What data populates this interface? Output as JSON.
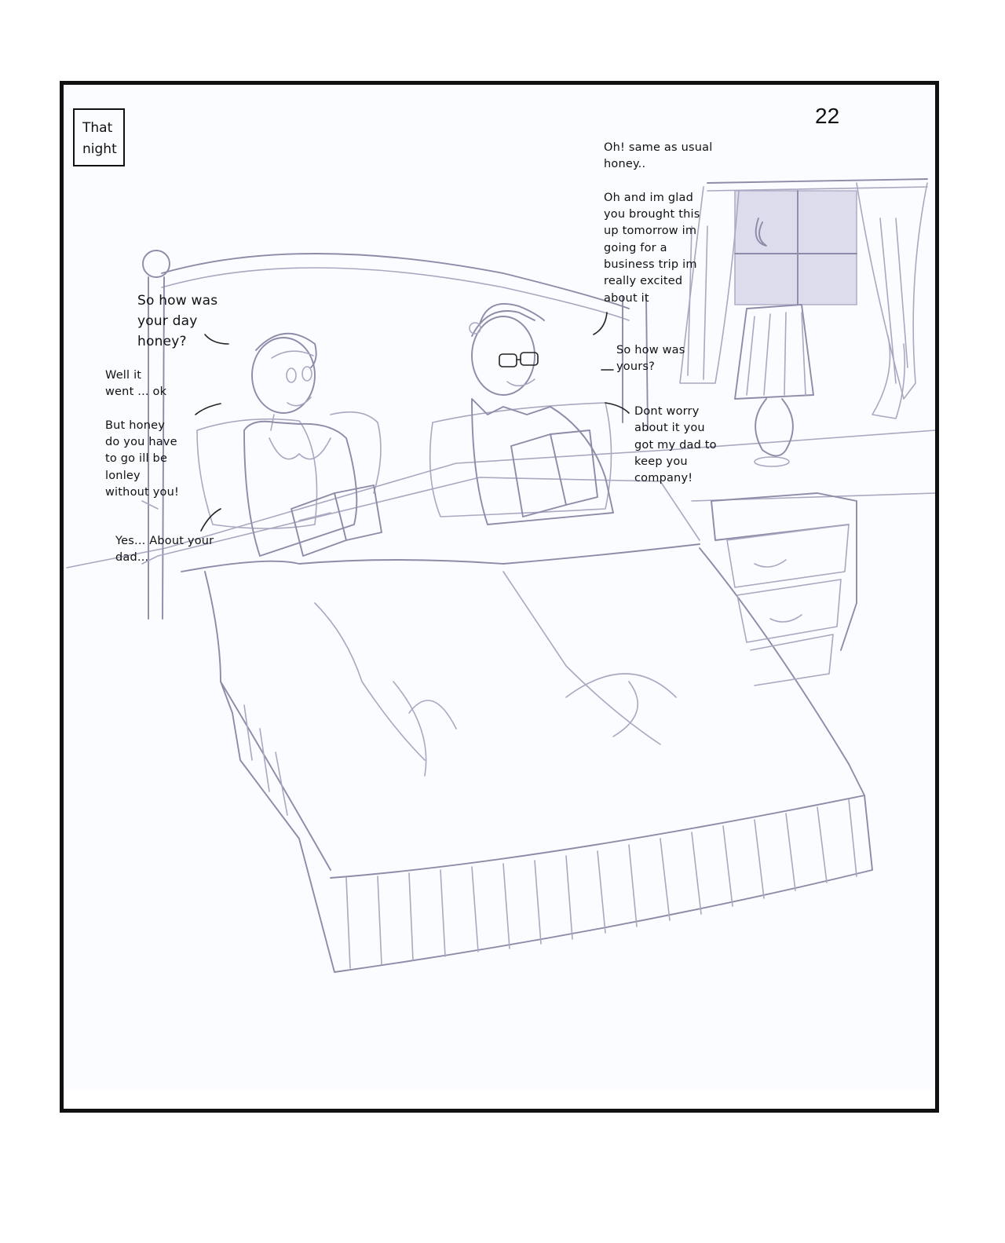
{
  "page": {
    "number": "22",
    "caption": "That\nnight"
  },
  "dialogue": [
    {
      "speaker": "wife",
      "text": "So how was\nyour day\nhoney?"
    },
    {
      "speaker": "husband",
      "text": "Oh! same as usual\nhoney..\n\nOh and im glad\nyou brought this\nup tomorrow im\ngoing for a\nbusiness trip im\nreally excited\nabout it"
    },
    {
      "speaker": "husband",
      "text": "So how was\nyours?"
    },
    {
      "speaker": "wife",
      "text": "Well it\nwent ... ok\n\nBut honey\ndo you have\nto go ill be\nlonley\nwithout you!"
    },
    {
      "speaker": "husband",
      "text": "Dont worry\nabout it you\ngot my dad to\nkeep you\ncompany!"
    },
    {
      "speaker": "wife",
      "text": "Yes... About your\ndad..."
    }
  ],
  "scene": {
    "description": "Pencil sketch of a couple reading books in bed at night; window with crescent moon, lamp on nightstand",
    "icons": [
      "crescent-moon-icon",
      "lamp-icon",
      "book-icon"
    ]
  },
  "colors": {
    "frame": "#111111",
    "paper": "#fbfcff",
    "pencil": "#a8a8c0",
    "text": "#111111"
  }
}
